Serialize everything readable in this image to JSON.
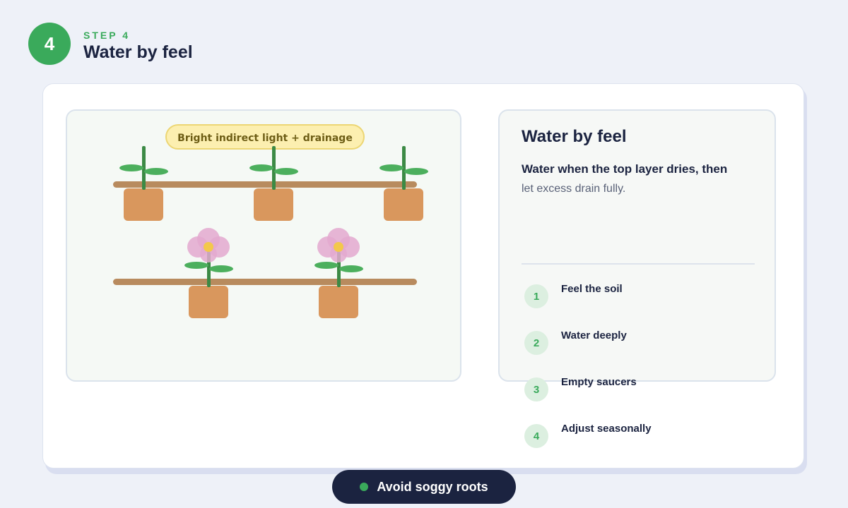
{
  "header": {
    "step_number": "4",
    "step_label": "STEP 4",
    "title": "Water by feel"
  },
  "illustration": {
    "badge": "Bright indirect light + drainage",
    "colors": {
      "shelf": "#b88b5e",
      "pot": "#d9975d",
      "stem": "#3c8a45",
      "leaf": "#4caf5d",
      "petal": "#e3a9cf",
      "flower_center": "#f3c84b",
      "badge_bg": "#fcefb0",
      "badge_border": "#ecd674",
      "badge_text": "#6d5d15"
    }
  },
  "info": {
    "title": "Water by feel",
    "lead": "Water when the top layer dries, then",
    "rest": "let excess drain fully.",
    "steps": [
      {
        "num": "1",
        "text": "Feel the soil"
      },
      {
        "num": "2",
        "text": "Water deeply"
      },
      {
        "num": "3",
        "text": "Empty saucers"
      },
      {
        "num": "4",
        "text": "Adjust seasonally"
      }
    ]
  },
  "footer": {
    "pill_text": "Avoid soggy roots"
  },
  "colors": {
    "accent": "#3aaa5b",
    "dark": "#1b2340",
    "background": "#eef1f8"
  }
}
